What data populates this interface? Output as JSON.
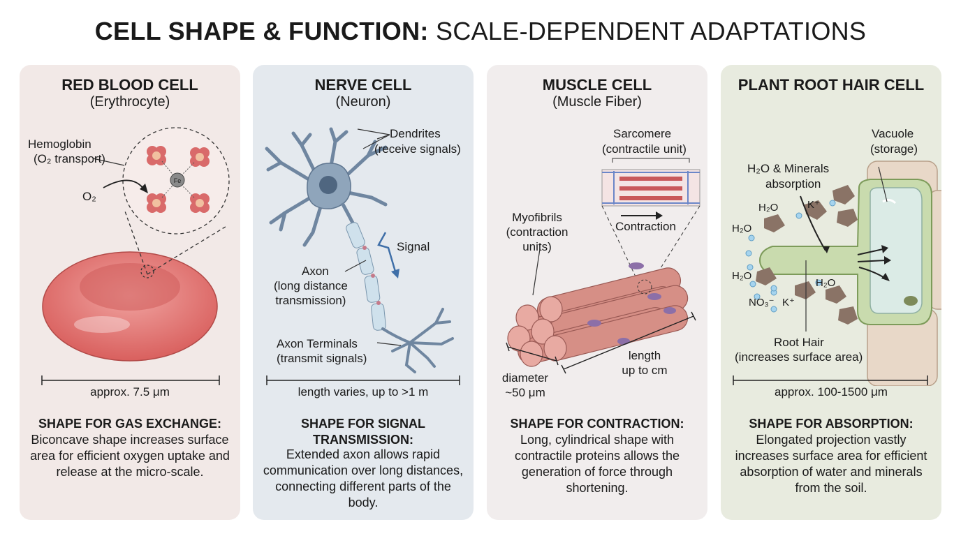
{
  "title": {
    "bold": "CELL SHAPE & FUNCTION:",
    "normal": "SCALE-DEPENDENT ADAPTATIONS"
  },
  "panels": [
    {
      "title": "RED BLOOD CELL",
      "subtitle": "(Erythrocyte)",
      "labels": {
        "hemoglobin": "Hemoglobin",
        "o2_transport": "(O₂ transport)",
        "o2": "O₂",
        "fe": "Fe"
      },
      "scale": "approx. 7.5 μm",
      "shape_heading": "SHAPE FOR GAS EXCHANGE:",
      "shape_text": "Biconcave shape increases surface area for efficient oxygen uptake and release at the micro-scale."
    },
    {
      "title": "NERVE CELL",
      "subtitle": "(Neuron)",
      "labels": {
        "dendrites": "Dendrites",
        "dendrites_desc": "(receive signals)",
        "signal": "Signal",
        "axon": "Axon",
        "axon_desc": "(long distance\ntransmission)",
        "terminals": "Axon Terminals",
        "terminals_desc": "(transmit signals)"
      },
      "scale": "length varies, up to >1 m",
      "shape_heading": "SHAPE FOR SIGNAL\nTRANSMISSION:",
      "shape_text": "Extended axon allows rapid communication over long distances, connecting different parts of the body."
    },
    {
      "title": "MUSCLE CELL",
      "subtitle": "(Muscle Fiber)",
      "labels": {
        "sarcomere": "Sarcomere",
        "sarcomere_desc": "(contractile unit)",
        "contraction": "Contraction",
        "myofibrils": "Myofibrils\n(contraction\nunits)",
        "diameter": "diameter\n~50 μm",
        "length": "length\nup to cm"
      },
      "shape_heading": "SHAPE FOR CONTRACTION:",
      "shape_text": "Long, cylindrical shape with contractile proteins allows the generation of force through shortening."
    },
    {
      "title": "PLANT ROOT HAIR CELL",
      "subtitle": "",
      "labels": {
        "vacuole": "Vacuole",
        "vacuole_desc": "(storage)",
        "h2o_minerals": "H₂O & Minerals",
        "absorption": "absorption",
        "h2o": "H₂O",
        "k": "K⁺",
        "no3": "NO₃⁻",
        "root_hair": "Root Hair",
        "root_hair_desc": "(increases surface area)"
      },
      "scale": "approx. 100-1500 μm",
      "shape_heading": "SHAPE FOR ABSORPTION:",
      "shape_text": "Elongated projection vastly increases surface area for efficient absorption of water and minerals from the soil."
    }
  ],
  "colors": {
    "rbc": "#e77c79",
    "neuron": "#8fa5bb",
    "muscle": "#d68f86",
    "root": "#b7cc9a"
  }
}
